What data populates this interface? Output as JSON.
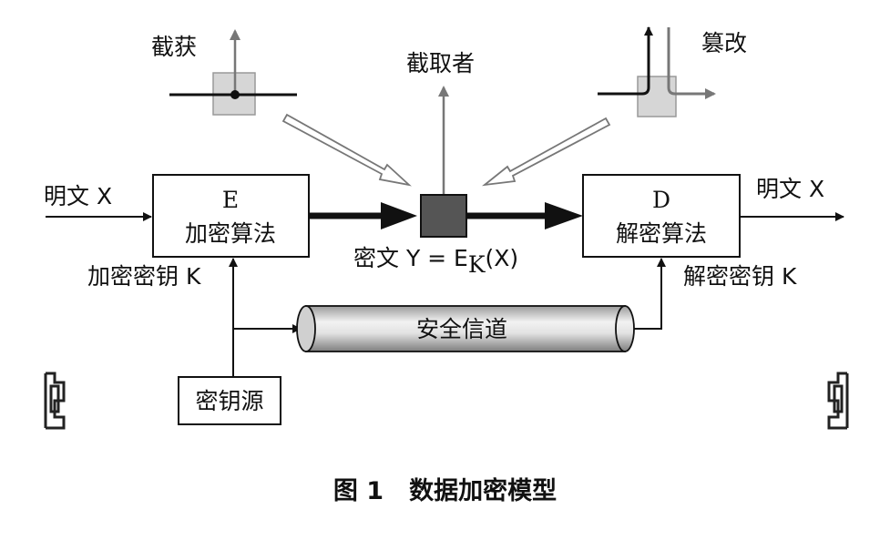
{
  "diagram": {
    "title": "",
    "nodes": {
      "interception_label": "截获",
      "interceptor_label": "截取者",
      "tampering_label": "篡改",
      "encrypt_box_letter": "E",
      "encrypt_box_name": "加密算法",
      "decrypt_box_letter": "D",
      "decrypt_box_name": "解密算法",
      "plaintext_in": "明文 X",
      "plaintext_out": "明文 X",
      "ciphertext_label": "密文 Y = E",
      "ciphertext_sub": "K",
      "ciphertext_tail": "(X)",
      "encrypt_key": "加密密钥 K",
      "decrypt_key": "解密密钥 K",
      "secure_channel": "安全信道",
      "key_source": "密钥源"
    }
  },
  "caption": {
    "figure_no": "图 1",
    "figure_title": "数据加密模型"
  },
  "colors": {
    "line": "#111111",
    "gray_arrow": "#777777",
    "square_fill": "#d6d6d6",
    "cipher_block": "#555555",
    "cylinder_mid": "#ececec",
    "cylinder_edge": "#8a8a8a"
  }
}
